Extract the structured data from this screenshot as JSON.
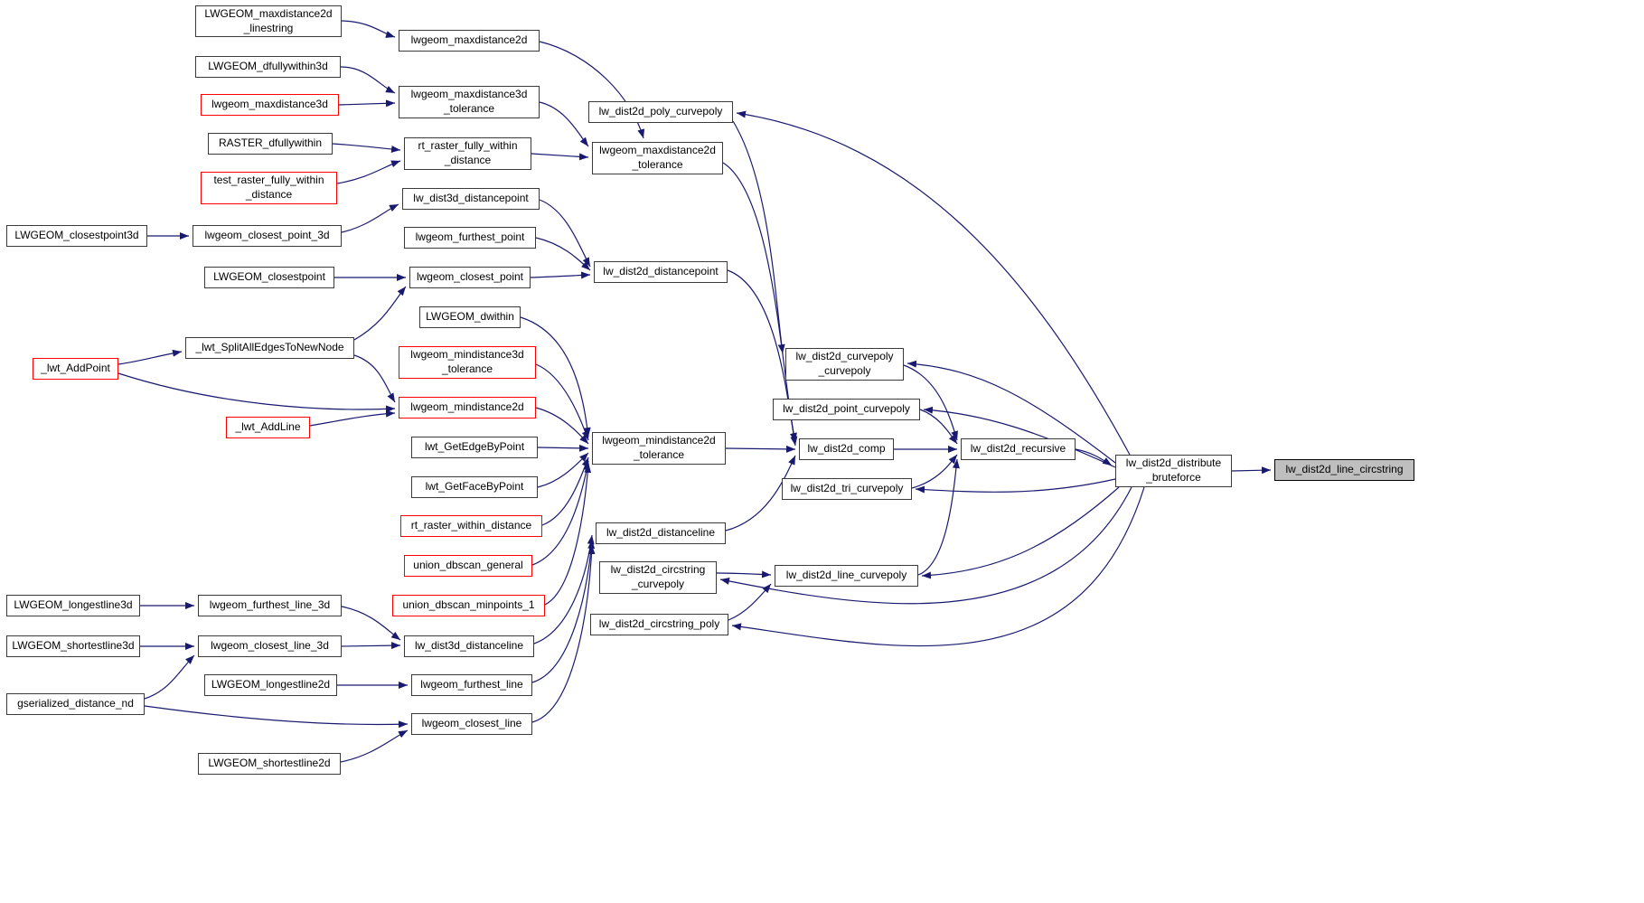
{
  "diagram": {
    "type": "caller-graph",
    "focus_function": "lw_dist2d_line_circstring"
  },
  "colors": {
    "edge": "#191970",
    "node_border": "#3a3a3a",
    "entry_node_border": "#ff0000",
    "focus_node_fill": "#bfbfbf",
    "background": "#ffffff"
  },
  "nodes": [
    {
      "id": "LWGEOM_maxdistance2d_linestring",
      "label": "LWGEOM_maxdistance2d\n_linestring",
      "style": "normal"
    },
    {
      "id": "lwgeom_maxdistance2d",
      "label": "lwgeom_maxdistance2d",
      "style": "normal"
    },
    {
      "id": "LWGEOM_dfullywithin3d",
      "label": "LWGEOM_dfullywithin3d",
      "style": "normal"
    },
    {
      "id": "lwgeom_maxdistance3d",
      "label": "lwgeom_maxdistance3d",
      "style": "entry"
    },
    {
      "id": "lwgeom_maxdistance3d_tolerance",
      "label": "lwgeom_maxdistance3d\n_tolerance",
      "style": "normal"
    },
    {
      "id": "RASTER_dfullywithin",
      "label": "RASTER_dfullywithin",
      "style": "normal"
    },
    {
      "id": "test_raster_fully_within_distance",
      "label": "test_raster_fully_within\n_distance",
      "style": "entry"
    },
    {
      "id": "rt_raster_fully_within_distance",
      "label": "rt_raster_fully_within\n_distance",
      "style": "normal"
    },
    {
      "id": "lw_dist2d_poly_curvepoly",
      "label": "lw_dist2d_poly_curvepoly",
      "style": "normal"
    },
    {
      "id": "lwgeom_maxdistance2d_tolerance",
      "label": "lwgeom_maxdistance2d\n_tolerance",
      "style": "normal"
    },
    {
      "id": "lw_dist3d_distancepoint",
      "label": "lw_dist3d_distancepoint",
      "style": "normal"
    },
    {
      "id": "LWGEOM_closestpoint3d",
      "label": "LWGEOM_closestpoint3d",
      "style": "normal"
    },
    {
      "id": "lwgeom_closest_point_3d",
      "label": "lwgeom_closest_point_3d",
      "style": "normal"
    },
    {
      "id": "lwgeom_furthest_point",
      "label": "lwgeom_furthest_point",
      "style": "normal"
    },
    {
      "id": "lw_dist2d_distancepoint",
      "label": "lw_dist2d_distancepoint",
      "style": "normal"
    },
    {
      "id": "LWGEOM_closestpoint",
      "label": "LWGEOM_closestpoint",
      "style": "normal"
    },
    {
      "id": "lwgeom_closest_point",
      "label": "lwgeom_closest_point",
      "style": "normal"
    },
    {
      "id": "LWGEOM_dwithin",
      "label": "LWGEOM_dwithin",
      "style": "normal"
    },
    {
      "id": "_lwt_SplitAllEdgesToNewNode",
      "label": "_lwt_SplitAllEdgesToNewNode",
      "style": "normal"
    },
    {
      "id": "lwgeom_mindistance3d_tolerance",
      "label": "lwgeom_mindistance3d\n_tolerance",
      "style": "entry"
    },
    {
      "id": "lw_dist2d_curvepoly_curvepoly",
      "label": "lw_dist2d_curvepoly\n_curvepoly",
      "style": "normal"
    },
    {
      "id": "_lwt_AddPoint",
      "label": "_lwt_AddPoint",
      "style": "entry"
    },
    {
      "id": "lwgeom_mindistance2d",
      "label": "lwgeom_mindistance2d",
      "style": "entry"
    },
    {
      "id": "lw_dist2d_point_curvepoly",
      "label": "lw_dist2d_point_curvepoly",
      "style": "normal"
    },
    {
      "id": "_lwt_AddLine",
      "label": "_lwt_AddLine",
      "style": "entry"
    },
    {
      "id": "lwt_GetEdgeByPoint",
      "label": "lwt_GetEdgeByPoint",
      "style": "normal"
    },
    {
      "id": "lwgeom_mindistance2d_tolerance",
      "label": "lwgeom_mindistance2d\n_tolerance",
      "style": "normal"
    },
    {
      "id": "lw_dist2d_comp",
      "label": "lw_dist2d_comp",
      "style": "normal"
    },
    {
      "id": "lw_dist2d_recursive",
      "label": "lw_dist2d_recursive",
      "style": "normal"
    },
    {
      "id": "lw_dist2d_distribute_bruteforce",
      "label": "lw_dist2d_distribute\n_bruteforce",
      "style": "normal"
    },
    {
      "id": "lw_dist2d_line_circstring",
      "label": "lw_dist2d_line_circstring",
      "style": "focus"
    },
    {
      "id": "lwt_GetFaceByPoint",
      "label": "lwt_GetFaceByPoint",
      "style": "normal"
    },
    {
      "id": "lw_dist2d_tri_curvepoly",
      "label": "lw_dist2d_tri_curvepoly",
      "style": "normal"
    },
    {
      "id": "rt_raster_within_distance",
      "label": "rt_raster_within_distance",
      "style": "entry"
    },
    {
      "id": "lw_dist2d_distanceline",
      "label": "lw_dist2d_distanceline",
      "style": "normal"
    },
    {
      "id": "union_dbscan_general",
      "label": "union_dbscan_general",
      "style": "entry"
    },
    {
      "id": "lw_dist2d_circstring_curvepoly",
      "label": "lw_dist2d_circstring\n_curvepoly",
      "style": "normal"
    },
    {
      "id": "lw_dist2d_line_curvepoly",
      "label": "lw_dist2d_line_curvepoly",
      "style": "normal"
    },
    {
      "id": "union_dbscan_minpoints_1",
      "label": "union_dbscan_minpoints_1",
      "style": "entry"
    },
    {
      "id": "LWGEOM_longestline3d",
      "label": "LWGEOM_longestline3d",
      "style": "normal"
    },
    {
      "id": "lwgeom_furthest_line_3d",
      "label": "lwgeom_furthest_line_3d",
      "style": "normal"
    },
    {
      "id": "lw_dist2d_circstring_poly",
      "label": "lw_dist2d_circstring_poly",
      "style": "normal"
    },
    {
      "id": "LWGEOM_shortestline3d",
      "label": "LWGEOM_shortestline3d",
      "style": "normal"
    },
    {
      "id": "lwgeom_closest_line_3d",
      "label": "lwgeom_closest_line_3d",
      "style": "normal"
    },
    {
      "id": "lw_dist3d_distanceline",
      "label": "lw_dist3d_distanceline",
      "style": "normal"
    },
    {
      "id": "LWGEOM_longestline2d",
      "label": "LWGEOM_longestline2d",
      "style": "normal"
    },
    {
      "id": "lwgeom_furthest_line",
      "label": "lwgeom_furthest_line",
      "style": "normal"
    },
    {
      "id": "gserialized_distance_nd",
      "label": "gserialized_distance_nd",
      "style": "normal"
    },
    {
      "id": "lwgeom_closest_line",
      "label": "lwgeom_closest_line",
      "style": "normal"
    },
    {
      "id": "LWGEOM_shortestline2d",
      "label": "LWGEOM_shortestline2d",
      "style": "normal"
    }
  ],
  "edges": [
    {
      "from": "LWGEOM_maxdistance2d_linestring",
      "to": "lwgeom_maxdistance2d"
    },
    {
      "from": "lwgeom_maxdistance2d",
      "to": "lwgeom_maxdistance2d_tolerance"
    },
    {
      "from": "LWGEOM_dfullywithin3d",
      "to": "lwgeom_maxdistance3d_tolerance"
    },
    {
      "from": "lwgeom_maxdistance3d",
      "to": "lwgeom_maxdistance3d_tolerance"
    },
    {
      "from": "lwgeom_maxdistance3d_tolerance",
      "to": "lwgeom_maxdistance2d_tolerance"
    },
    {
      "from": "RASTER_dfullywithin",
      "to": "rt_raster_fully_within_distance"
    },
    {
      "from": "test_raster_fully_within_distance",
      "to": "rt_raster_fully_within_distance"
    },
    {
      "from": "rt_raster_fully_within_distance",
      "to": "lwgeom_maxdistance2d_tolerance"
    },
    {
      "from": "lwgeom_maxdistance2d_tolerance",
      "to": "lw_dist2d_comp"
    },
    {
      "from": "LWGEOM_closestpoint3d",
      "to": "lwgeom_closest_point_3d"
    },
    {
      "from": "lwgeom_closest_point_3d",
      "to": "lw_dist3d_distancepoint"
    },
    {
      "from": "lw_dist3d_distancepoint",
      "to": "lw_dist2d_distancepoint"
    },
    {
      "from": "lwgeom_furthest_point",
      "to": "lw_dist2d_distancepoint"
    },
    {
      "from": "lwgeom_closest_point",
      "to": "lw_dist2d_distancepoint"
    },
    {
      "from": "LWGEOM_closestpoint",
      "to": "lwgeom_closest_point"
    },
    {
      "from": "_lwt_SplitAllEdgesToNewNode",
      "to": "lwgeom_closest_point"
    },
    {
      "from": "lw_dist2d_distancepoint",
      "to": "lw_dist2d_comp"
    },
    {
      "from": "LWGEOM_dwithin",
      "to": "lwgeom_mindistance2d_tolerance"
    },
    {
      "from": "lwgeom_mindistance3d_tolerance",
      "to": "lwgeom_mindistance2d_tolerance"
    },
    {
      "from": "_lwt_AddPoint",
      "to": "_lwt_SplitAllEdgesToNewNode"
    },
    {
      "from": "_lwt_AddPoint",
      "to": "lwgeom_mindistance2d"
    },
    {
      "from": "_lwt_SplitAllEdgesToNewNode",
      "to": "lwgeom_mindistance2d"
    },
    {
      "from": "_lwt_AddLine",
      "to": "lwgeom_mindistance2d"
    },
    {
      "from": "lwgeom_mindistance2d",
      "to": "lwgeom_mindistance2d_tolerance"
    },
    {
      "from": "lwt_GetEdgeByPoint",
      "to": "lwgeom_mindistance2d_tolerance"
    },
    {
      "from": "lwt_GetFaceByPoint",
      "to": "lwgeom_mindistance2d_tolerance"
    },
    {
      "from": "rt_raster_within_distance",
      "to": "lwgeom_mindistance2d_tolerance"
    },
    {
      "from": "union_dbscan_general",
      "to": "lwgeom_mindistance2d_tolerance"
    },
    {
      "from": "union_dbscan_minpoints_1",
      "to": "lwgeom_mindistance2d_tolerance"
    },
    {
      "from": "lwgeom_mindistance2d_tolerance",
      "to": "lw_dist2d_comp"
    },
    {
      "from": "lw_dist2d_comp",
      "to": "lw_dist2d_recursive"
    },
    {
      "from": "lw_dist2d_point_curvepoly",
      "to": "lw_dist2d_recursive"
    },
    {
      "from": "lw_dist2d_curvepoly_curvepoly",
      "to": "lw_dist2d_recursive"
    },
    {
      "from": "lw_dist2d_tri_curvepoly",
      "to": "lw_dist2d_recursive"
    },
    {
      "from": "lw_dist2d_line_curvepoly",
      "to": "lw_dist2d_recursive"
    },
    {
      "from": "lw_dist2d_recursive",
      "to": "lw_dist2d_distribute_bruteforce"
    },
    {
      "from": "lw_dist2d_distribute_bruteforce",
      "to": "lw_dist2d_line_circstring"
    },
    {
      "from": "lw_dist2d_distribute_bruteforce",
      "to": "lw_dist2d_poly_curvepoly"
    },
    {
      "from": "lw_dist2d_distribute_bruteforce",
      "to": "lw_dist2d_curvepoly_curvepoly"
    },
    {
      "from": "lw_dist2d_distribute_bruteforce",
      "to": "lw_dist2d_point_curvepoly"
    },
    {
      "from": "lw_dist2d_distribute_bruteforce",
      "to": "lw_dist2d_tri_curvepoly"
    },
    {
      "from": "lw_dist2d_distribute_bruteforce",
      "to": "lw_dist2d_line_curvepoly"
    },
    {
      "from": "lw_dist2d_distribute_bruteforce",
      "to": "lw_dist2d_circstring_curvepoly"
    },
    {
      "from": "lw_dist2d_distribute_bruteforce",
      "to": "lw_dist2d_circstring_poly"
    },
    {
      "from": "lw_dist2d_poly_curvepoly",
      "to": "lw_dist2d_curvepoly_curvepoly"
    },
    {
      "from": "lw_dist2d_circstring_curvepoly",
      "to": "lw_dist2d_line_curvepoly"
    },
    {
      "from": "lw_dist2d_circstring_poly",
      "to": "lw_dist2d_line_curvepoly"
    },
    {
      "from": "lw_dist2d_distanceline",
      "to": "lw_dist2d_comp"
    },
    {
      "from": "lwgeom_closest_line",
      "to": "lw_dist2d_distanceline"
    },
    {
      "from": "lwgeom_furthest_line",
      "to": "lw_dist2d_distanceline"
    },
    {
      "from": "lw_dist3d_distanceline",
      "to": "lw_dist2d_distanceline"
    },
    {
      "from": "LWGEOM_longestline3d",
      "to": "lwgeom_furthest_line_3d"
    },
    {
      "from": "lwgeom_furthest_line_3d",
      "to": "lw_dist3d_distanceline"
    },
    {
      "from": "LWGEOM_shortestline3d",
      "to": "lwgeom_closest_line_3d"
    },
    {
      "from": "lwgeom_closest_line_3d",
      "to": "lw_dist3d_distanceline"
    },
    {
      "from": "LWGEOM_longestline2d",
      "to": "lwgeom_furthest_line"
    },
    {
      "from": "gserialized_distance_nd",
      "to": "lwgeom_closest_line"
    },
    {
      "from": "gserialized_distance_nd",
      "to": "lwgeom_closest_line_3d"
    },
    {
      "from": "LWGEOM_shortestline2d",
      "to": "lwgeom_closest_line"
    }
  ]
}
